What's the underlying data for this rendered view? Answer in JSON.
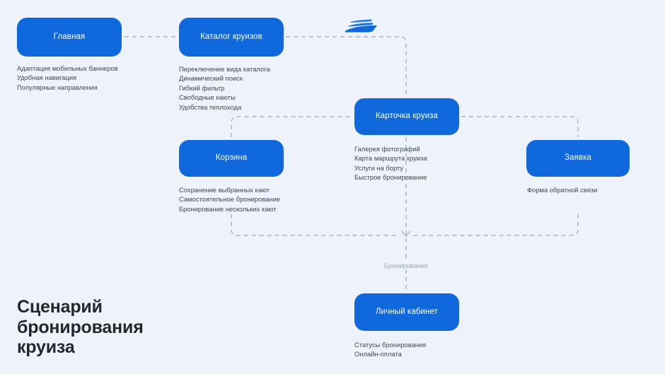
{
  "page": {
    "title": "Сценарий\nбронирования\nкруиза",
    "background_color": "#edf2fb",
    "node_color": "#0f68dc",
    "node_text_color": "#ffffff",
    "caption_color": "#3d4754",
    "edge_color": "#9aa7bd"
  },
  "icons": {
    "ship": "ship-icon"
  },
  "nodes": [
    {
      "id": "home",
      "label": "Главная",
      "caption": "Адаптация мобильных баннеров\nУдобная навигация\nПопулярные направления"
    },
    {
      "id": "catalog",
      "label": "Каталог круизов",
      "caption": "Переключение вида каталога\nДинамический поиск\nГибкий фильтр\nСвободные каюты\nУдобства теплохода"
    },
    {
      "id": "cruise-card",
      "label": "Карточка круиза",
      "caption": "Галерея фотографий\nКарта маршрута круиза\nУслуги на борту\nБыстрое бронирование"
    },
    {
      "id": "cart",
      "label": "Корзина",
      "caption": "Сохранение выбранных кают\nСамостоятельное бронирование\nБронирование нескольких кают"
    },
    {
      "id": "request",
      "label": "Заявка",
      "caption": "Форма обратной связи"
    },
    {
      "id": "account",
      "label": "Личный кабинет",
      "caption": "Статусы бронирования\nОнлайн-оплата"
    }
  ],
  "edges": [
    {
      "id": "home-catalog",
      "label": ""
    },
    {
      "id": "catalog-card",
      "label": ""
    },
    {
      "id": "cart-card",
      "label": ""
    },
    {
      "id": "card-request",
      "label": ""
    },
    {
      "id": "bottom-merge",
      "label": "Бронирование"
    }
  ]
}
